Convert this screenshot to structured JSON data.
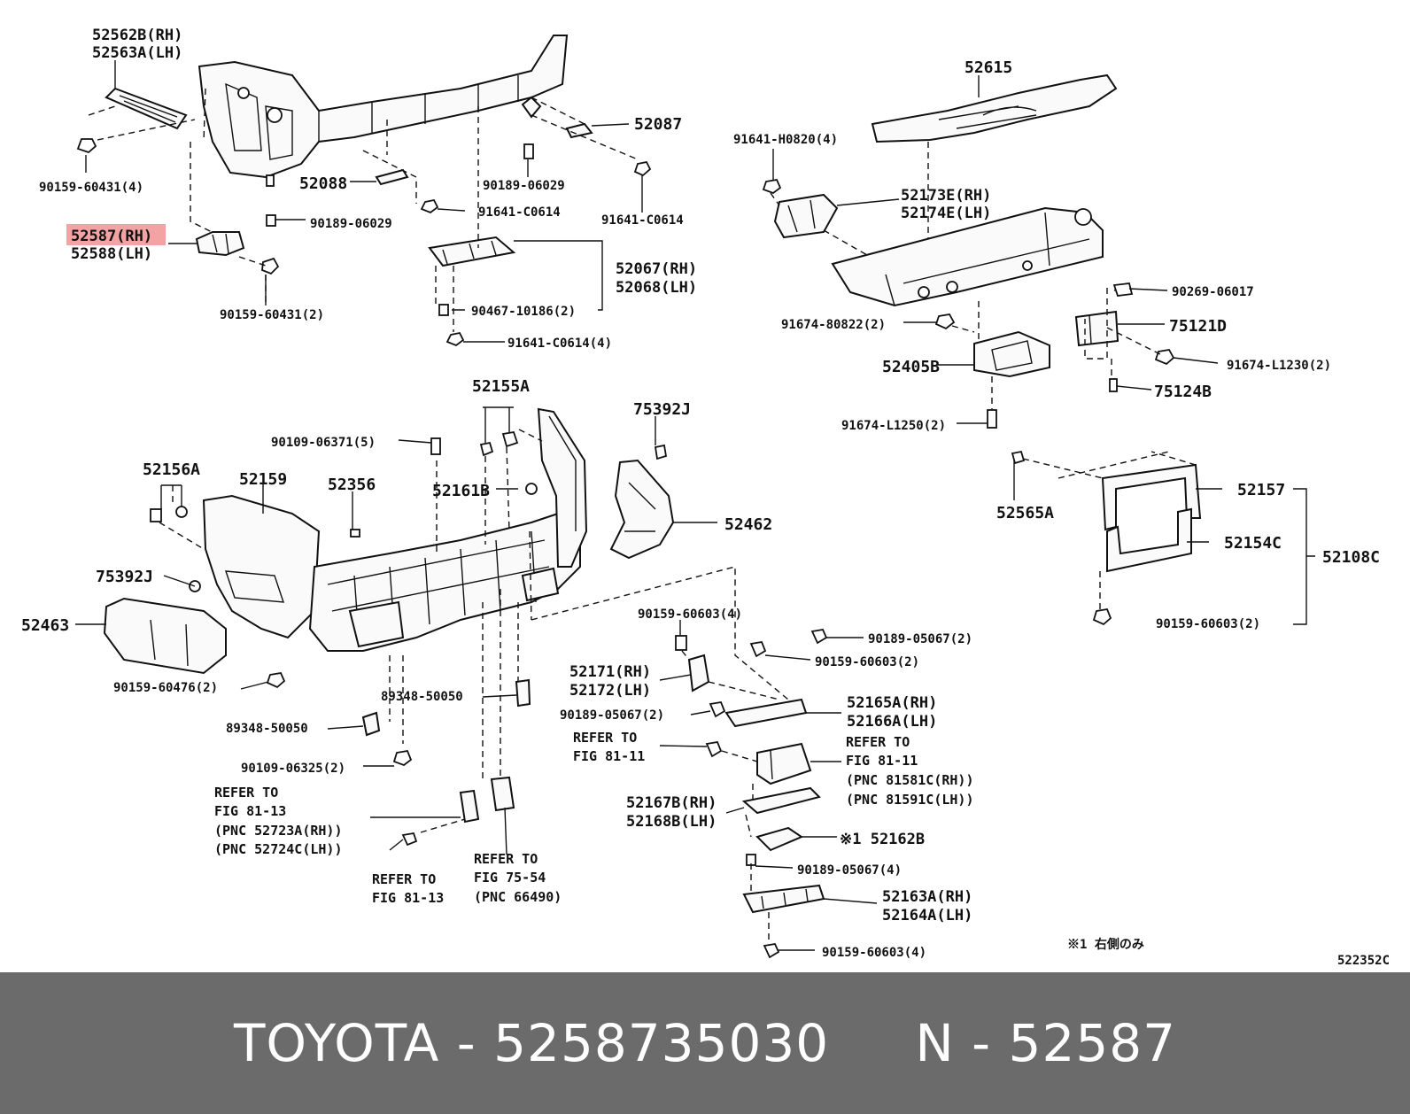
{
  "colors": {
    "highlight": "#f3a3a3",
    "footer_bg": "#6b6b6b",
    "footer_text": "#ffffff"
  },
  "diagram": {
    "code": "522352C",
    "note": "※1 右側のみ",
    "labels": [
      "52562B(RH)",
      "52563A(LH)",
      "52587(RH)",
      "52588(LH)",
      "90159-60431(4)",
      "90159-60431(2)",
      "90189-06029",
      "90189-06029",
      "52088",
      "52087",
      "91641-C0614",
      "91641-C0614",
      "52067(RH)",
      "52068(LH)",
      "90467-10186(2)",
      "91641-C0614(4)",
      "52615",
      "91641-H0820(4)",
      "52173E(RH)",
      "52174E(LH)",
      "90269-06017",
      "91674-80822(2)",
      "75121D",
      "52405B",
      "91674-L1230(2)",
      "75124B",
      "91674-L1250(2)",
      "52155A",
      "90109-06371(5)",
      "75392J",
      "52156A",
      "52159",
      "52356",
      "52161B",
      "52462",
      "52565A",
      "52157",
      "52154C",
      "52108C",
      "75392J",
      "52463",
      "90159-60603(4)",
      "90159-60603(2)",
      "90189-05067(2)",
      "90159-60603(2)",
      "90159-60476(2)",
      "52171(RH)",
      "52172(LH)",
      "89348-50050",
      "89348-50050",
      "90189-05067(2)",
      "52165A(RH)",
      "52166A(LH)",
      "REFER TO",
      "FIG 81-11",
      "REFER TO",
      "FIG 81-11",
      "(PNC 81581C(RH))",
      "(PNC 81591C(LH))",
      "90109-06325(2)",
      "REFER TO",
      "FIG 81-13",
      "(PNC 52723A(RH))",
      "(PNC 52724C(LH))",
      "52167B(RH)",
      "52168B(LH)",
      "※1 52162B",
      "REFER TO",
      "FIG 81-13",
      "REFER TO",
      "FIG 75-54",
      "(PNC 66490)",
      "90189-05067(4)",
      "52163A(RH)",
      "52164A(LH)",
      "90159-60603(4)"
    ]
  },
  "footer": {
    "text": "TOYOTA - 5258735030     N - 52587"
  }
}
